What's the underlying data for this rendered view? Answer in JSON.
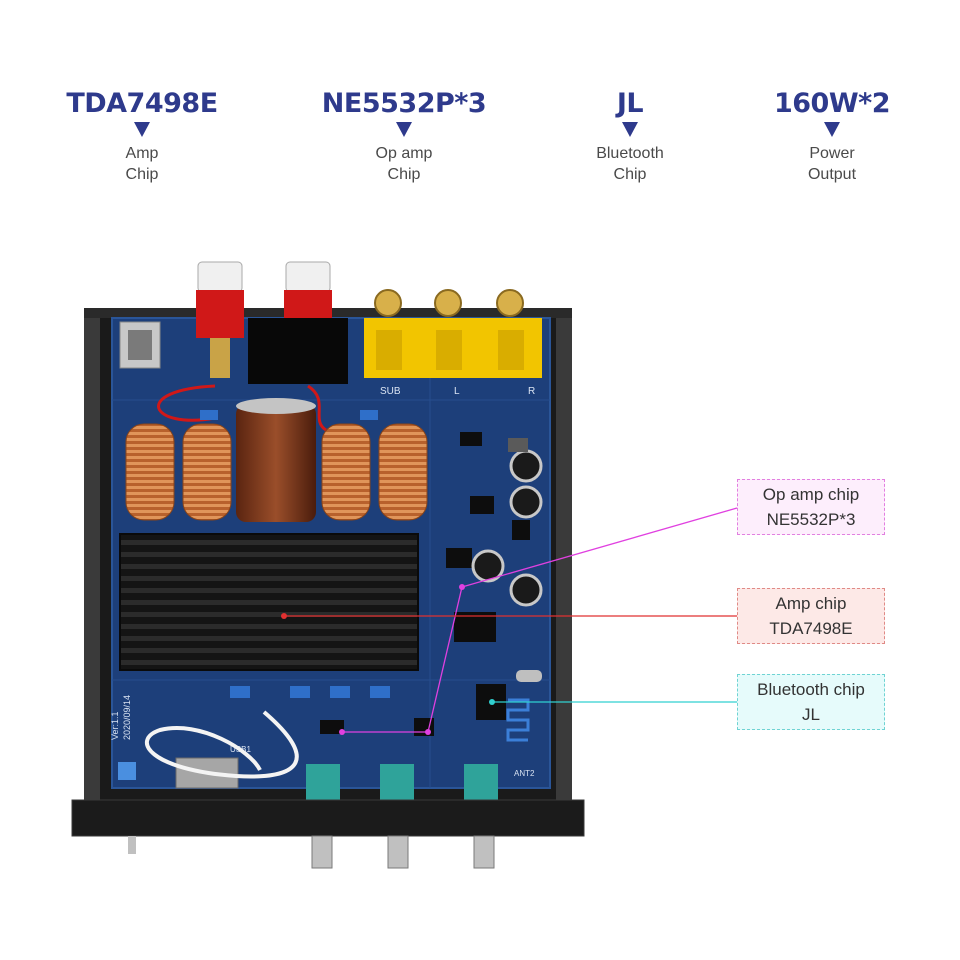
{
  "specs": [
    {
      "value": "TDA7498E",
      "label": "Amp\nChip"
    },
    {
      "value": "NE5532P*3",
      "label": "Op amp\nChip"
    },
    {
      "value": "JL",
      "label": "Bluetooth\nChip"
    },
    {
      "value": "160W*2",
      "label": "Power\nOutput"
    }
  ],
  "callouts": {
    "op_amp": {
      "line1": "Op amp chip",
      "line2": "NE5532P*3",
      "color": "#e040e0"
    },
    "amp": {
      "line1": "Amp chip",
      "line2": "TDA7498E",
      "color": "#e03030"
    },
    "bluetooth": {
      "line1": "Bluetooth chip",
      "line2": "JL",
      "color": "#30d0d0"
    }
  },
  "colors": {
    "accent": "#2e3a8c",
    "pcb": "#1d3f7a",
    "heatsink": "#1a1a1a",
    "copper": "#c8733a",
    "capacitor": "#7a3a1e",
    "rca_jack": "#f2c500",
    "binding_post": "#d01818"
  },
  "board_labels": {
    "sub": "SUB",
    "left": "L",
    "right": "R",
    "version": "Ver:1.1",
    "date": "2020/09/14",
    "usb": "USB1",
    "antenna": "ANT2"
  }
}
